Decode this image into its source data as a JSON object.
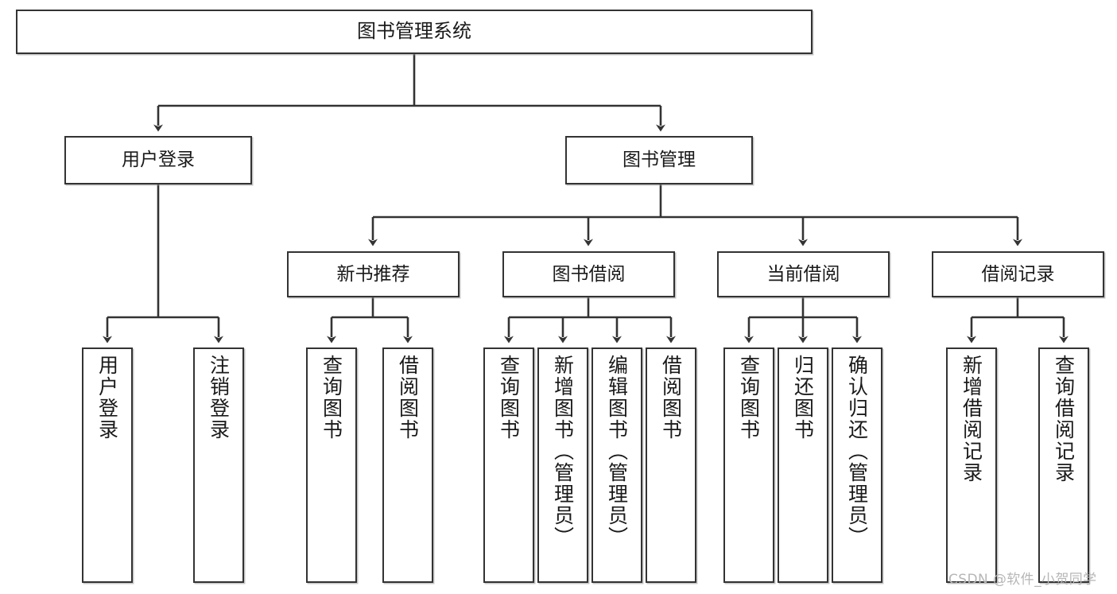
{
  "diagram": {
    "title": "图书管理系统",
    "type": "tree-hierarchy",
    "root": {
      "id": "root",
      "label": "图书管理系统"
    },
    "level2": [
      {
        "id": "user-login",
        "label": "用户登录"
      },
      {
        "id": "book-manage",
        "label": "图书管理"
      }
    ],
    "level3": [
      {
        "id": "new-book-rec",
        "label": "新书推荐",
        "parent": "book-manage"
      },
      {
        "id": "book-borrow",
        "label": "图书借阅",
        "parent": "book-manage"
      },
      {
        "id": "current-borrow",
        "label": "当前借阅",
        "parent": "book-manage"
      },
      {
        "id": "borrow-record",
        "label": "借阅记录",
        "parent": "book-manage"
      }
    ],
    "leaves": [
      {
        "id": "leaf-user-login",
        "label": "用户登录",
        "parent": "user-login"
      },
      {
        "id": "leaf-logout",
        "label": "注销登录",
        "parent": "user-login"
      },
      {
        "id": "leaf-query-book-1",
        "label": "查询图书",
        "parent": "new-book-rec"
      },
      {
        "id": "leaf-borrow-book-1",
        "label": "借阅图书",
        "parent": "new-book-rec"
      },
      {
        "id": "leaf-query-book-2",
        "label": "查询图书",
        "parent": "book-borrow"
      },
      {
        "id": "leaf-add-book",
        "label": "新增图书（管理员）",
        "parent": "book-borrow"
      },
      {
        "id": "leaf-edit-book",
        "label": "编辑图书（管理员）",
        "parent": "book-borrow"
      },
      {
        "id": "leaf-borrow-book-2",
        "label": "借阅图书",
        "parent": "book-borrow"
      },
      {
        "id": "leaf-query-book-3",
        "label": "查询图书",
        "parent": "current-borrow"
      },
      {
        "id": "leaf-return-book",
        "label": "归还图书",
        "parent": "current-borrow"
      },
      {
        "id": "leaf-confirm-return",
        "label": "确认归还（管理员）",
        "parent": "current-borrow"
      },
      {
        "id": "leaf-add-record",
        "label": "新增借阅记录",
        "parent": "borrow-record"
      },
      {
        "id": "leaf-query-record",
        "label": "查询借阅记录",
        "parent": "borrow-record"
      }
    ]
  },
  "watermark": {
    "text": "CSDN @软件_小贺同学"
  },
  "colors": {
    "border": "#333333",
    "text": "#1a1a1a",
    "background": "#ffffff",
    "watermark": "#b6b6b6"
  }
}
